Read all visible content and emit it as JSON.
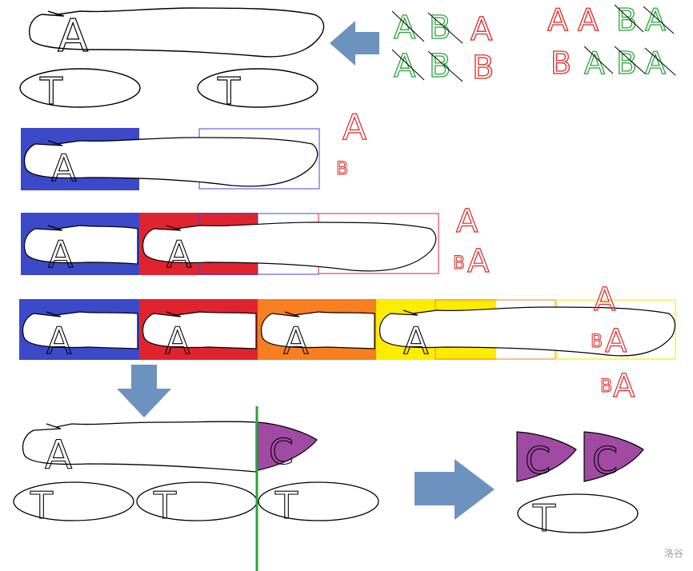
{
  "colors": {
    "blue": "#3c49c9",
    "red": "#e0242f",
    "orange": "#f77f1f",
    "yellow": "#fbec00",
    "purple": "#a04aa4",
    "arrow": "#6e92c0",
    "green_line": "#2aa33a",
    "green_text": "#2aa33a",
    "red_text": "#e02626",
    "stroke": "#000000"
  },
  "letters": {
    "A": "A",
    "B": "B",
    "C": "C",
    "T": "T"
  },
  "annotations": {
    "green_row1": [
      "A",
      "B"
    ],
    "green_row2": [
      "A",
      "B"
    ],
    "red_col_top": "A",
    "red_col_bottom": "B",
    "seq_top": [
      "A",
      "A",
      "B",
      "A"
    ],
    "seq_bottom": [
      "B",
      "A",
      "B",
      "A"
    ],
    "step1": [
      "A",
      "B"
    ],
    "step2": [
      "A",
      "B",
      "A"
    ],
    "step3": [
      "A",
      "B",
      "A",
      "B",
      "A"
    ]
  },
  "watermark": "洛谷"
}
